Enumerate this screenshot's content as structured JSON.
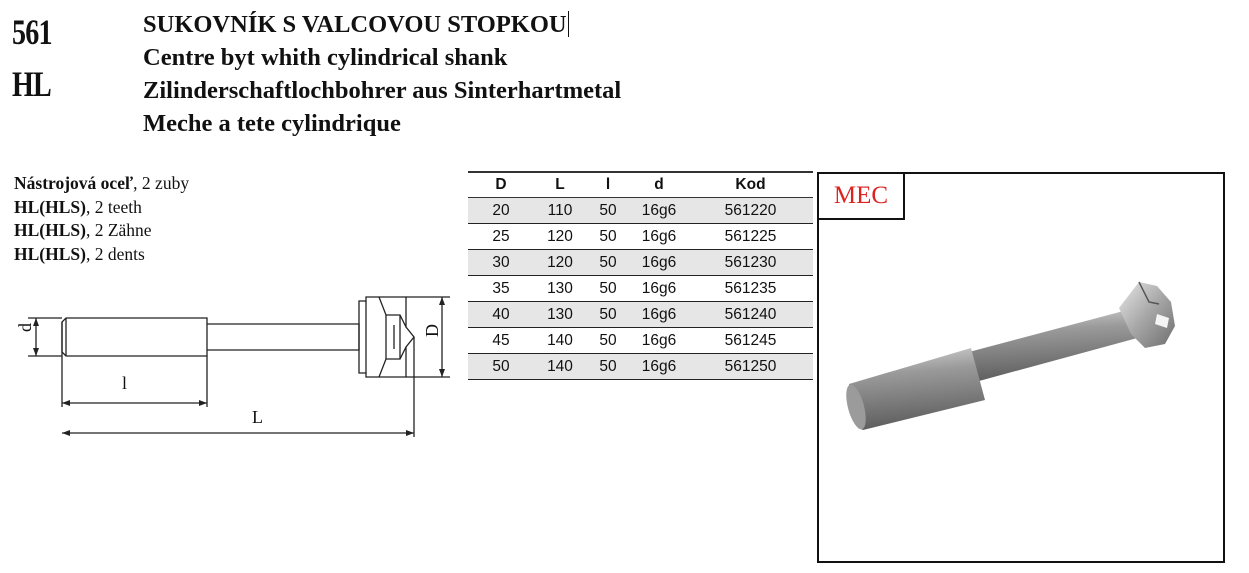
{
  "header": {
    "code": "561",
    "type": "HL",
    "title_cz": "SUKOVNÍK S VALCOVOU STOPKOU",
    "title_en": "Centre byt whith cylindrical shank",
    "title_de": "Zilinderschaftlochbohrer aus Sinterhartmetal",
    "title_fr": "Meche a tete cylindrique"
  },
  "material": [
    {
      "bold": "Nástrojová oceľ",
      "rest": ", 2 zuby"
    },
    {
      "bold": "HL(HLS)",
      "rest": ", 2 teeth"
    },
    {
      "bold": "HL(HLS)",
      "rest": ", 2 Zähne"
    },
    {
      "bold": "HL(HLS)",
      "rest": ", 2 dents"
    }
  ],
  "drawing": {
    "label_d": "d",
    "label_D": "D",
    "label_l": "l",
    "label_L": "L"
  },
  "table": {
    "headers": [
      "D",
      "L",
      "l",
      "d",
      "Kod"
    ],
    "rows": [
      [
        "20",
        "110",
        "50",
        "16g6",
        "561220"
      ],
      [
        "25",
        "120",
        "50",
        "16g6",
        "561225"
      ],
      [
        "30",
        "120",
        "50",
        "16g6",
        "561230"
      ],
      [
        "35",
        "130",
        "50",
        "16g6",
        "561235"
      ],
      [
        "40",
        "130",
        "50",
        "16g6",
        "561240"
      ],
      [
        "45",
        "140",
        "50",
        "16g6",
        "561245"
      ],
      [
        "50",
        "140",
        "50",
        "16g6",
        "561250"
      ]
    ]
  },
  "photo": {
    "brand": "MEC"
  }
}
